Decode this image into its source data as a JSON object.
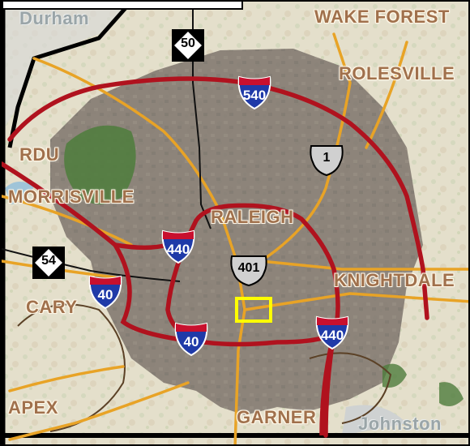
{
  "places": {
    "durham": "Durham",
    "wake_forest": "WAKE FOREST",
    "rolesville": "ROLESVILLE",
    "rdu": "RDU",
    "morrisville": "MORRISVILLE",
    "raleigh": "RALEIGH",
    "knightdale": "KNIGHTDALE",
    "cary": "CARY",
    "apex": "APEX",
    "garner": "GARNER",
    "johnston": "Johnston"
  },
  "shields": {
    "i540": "540",
    "i440_west": "440",
    "i440_east": "440",
    "i40_west": "40",
    "i40_south": "40",
    "us1": "1",
    "us401": "401",
    "nc50": "50",
    "nc54": "54"
  },
  "colors": {
    "interstate_road": "#b0121e",
    "us_road": "#e8a326",
    "shield_blue": "#1f3aa8",
    "shield_red": "#c8102e",
    "highlight": "#ffff00",
    "urban_overlay": "#7e766e"
  },
  "icons": {
    "interstate": "interstate-shield-icon",
    "us_route": "us-route-shield-icon",
    "state_route": "nc-state-route-shield-icon"
  }
}
